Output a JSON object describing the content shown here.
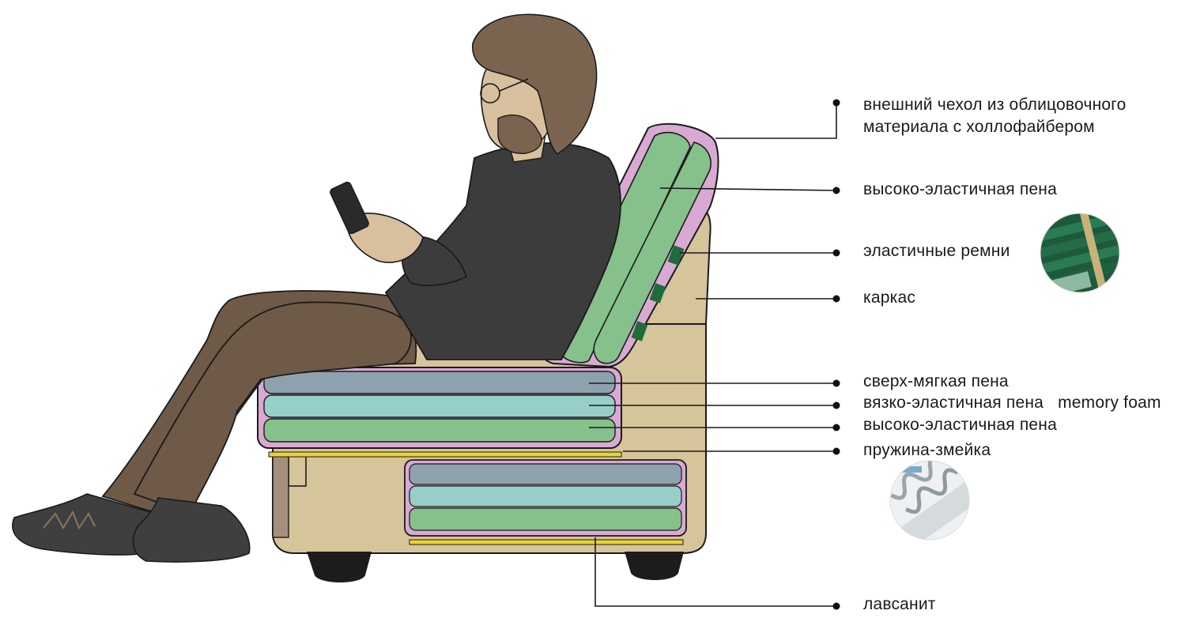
{
  "colors": {
    "outline": "#1a1a1a",
    "cover": "#d8a9d2",
    "frame": "#d6c49a",
    "hi_foam": "#86c08a",
    "memory_foam": "#98cec8",
    "soft_foam": "#8ea2ad",
    "spring": "#e8d531",
    "belt": "#1f6b3a",
    "hair": "#7a6450",
    "skin": "#d8c09e",
    "sweater": "#3c3c3c",
    "pants": "#6f5a48",
    "shoe": "#3f3f3f",
    "leg": "#1c1c1c"
  },
  "labels": {
    "cover_line1": "внешний чехол из облицовочного",
    "cover_line2": "материала с холлофайбером",
    "hi_elastic_back": "высоко-эластичная пена",
    "belts": "эластичные ремни",
    "frame": "каркас",
    "super_soft": "сверх-мягкая пена",
    "memory": "вязко-эластичная пена   memory foam",
    "hi_elastic_seat": "высоко-эластичная пена",
    "spring": "пружина-змейка",
    "lavsanit": "лавсанит"
  }
}
